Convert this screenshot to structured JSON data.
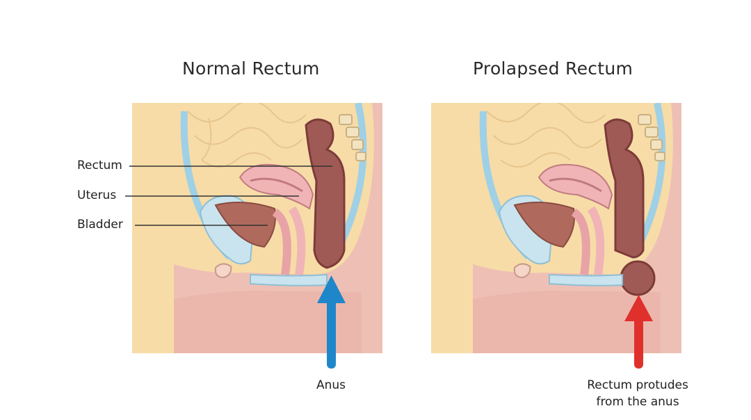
{
  "panels": {
    "normal": {
      "title": "Normal Rectum"
    },
    "prolapsed": {
      "title": "Prolapsed Rectum"
    }
  },
  "labels": {
    "rectum": "Rectum",
    "uterus": "Uterus",
    "bladder": "Bladder"
  },
  "annotations": {
    "anus": "Anus",
    "prolapse_line1": "Rectum protudes",
    "prolapse_line2": "from the anus"
  },
  "colors": {
    "skin": "#f7dca7",
    "flesh": "#eec0b5",
    "rectum": "#a05a55",
    "rectum_dark": "#7d3b38",
    "uterus": "#f0b4b6",
    "bladder": "#c9e4ef",
    "arrow_normal": "#1f87c9",
    "arrow_prolapse": "#e0302c"
  }
}
